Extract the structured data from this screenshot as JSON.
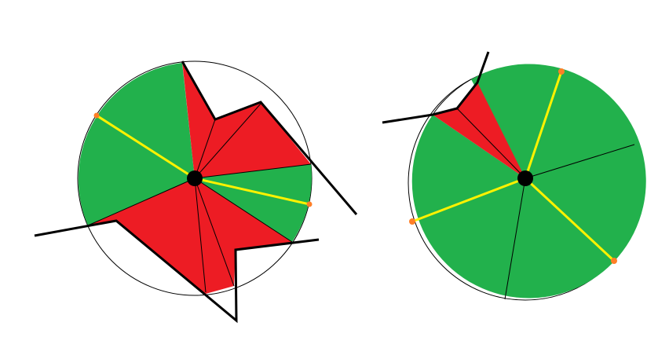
{
  "colors": {
    "background": "#ffffff",
    "visible_region": "#22b14c",
    "blocked_region": "#ed1c24",
    "ray": "#fff200",
    "endpoint": "#ff7f27",
    "wall": "#000000",
    "source": "#000000",
    "circle_outline": "#000000"
  },
  "diagrams": [
    {
      "name": "left-visibility-diagram",
      "walls": 2,
      "rays": 2,
      "endpoints": 2
    },
    {
      "name": "right-visibility-diagram",
      "walls": 1,
      "rays": 3,
      "endpoints": 3
    }
  ]
}
